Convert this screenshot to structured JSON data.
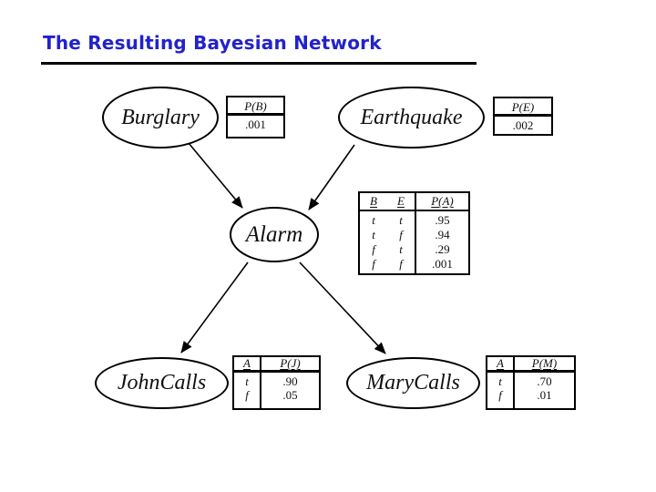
{
  "slide": {
    "title": "The Resulting Bayesian Network",
    "accent_color": "#2222cc"
  },
  "network": {
    "nodes": [
      {
        "label": "Burglary"
      },
      {
        "label": "Earthquake"
      },
      {
        "label": "Alarm"
      },
      {
        "label": "JohnCalls"
      },
      {
        "label": "MaryCalls"
      }
    ],
    "edges": [
      {
        "from": "Burglary",
        "to": "Alarm"
      },
      {
        "from": "Earthquake",
        "to": "Alarm"
      },
      {
        "from": "Alarm",
        "to": "JohnCalls"
      },
      {
        "from": "Alarm",
        "to": "MaryCalls"
      }
    ]
  },
  "tables": {
    "pb": {
      "header": "P(B)",
      "value": ".001"
    },
    "pe": {
      "header": "P(E)",
      "value": ".002"
    },
    "pa": {
      "col_b": "B",
      "col_e": "E",
      "col_p": "P(A)",
      "rows": [
        {
          "b": "t",
          "e": "t",
          "p": ".95"
        },
        {
          "b": "t",
          "e": "f",
          "p": ".94"
        },
        {
          "b": "f",
          "e": "t",
          "p": ".29"
        },
        {
          "b": "f",
          "e": "f",
          "p": ".001"
        }
      ]
    },
    "pj": {
      "col_a": "A",
      "col_p": "P(J)",
      "rows": [
        {
          "a": "t",
          "p": ".90"
        },
        {
          "a": "f",
          "p": ".05"
        }
      ]
    },
    "pm": {
      "col_a": "A",
      "col_p": "P(M)",
      "rows": [
        {
          "a": "t",
          "p": ".70"
        },
        {
          "a": "f",
          "p": ".01"
        }
      ]
    }
  }
}
